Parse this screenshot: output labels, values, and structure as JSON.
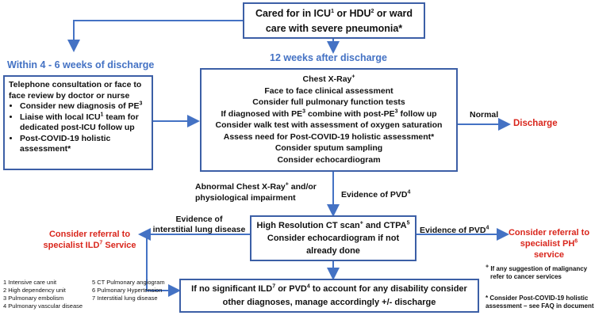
{
  "top_box": {
    "line1": {
      "pre": "Cared for in ICU",
      "sup1": "1",
      "mid": " or HDU",
      "sup2": "2",
      "post": " or ward"
    },
    "line2": "care with severe pneumonia*"
  },
  "headers": {
    "left": "Within 4 - 6 weeks of discharge",
    "center": "12 weeks after discharge"
  },
  "left_box": {
    "intro": "Telephone consultation or face to face review by doctor or nurse",
    "items": [
      {
        "text": "Consider new diagnosis of PE",
        "sup": "3",
        "after": ""
      },
      {
        "text": "Liaise with local ICU",
        "sup": "1",
        "after": " team for dedicated post-ICU follow up"
      },
      {
        "text": "Post-COVID-19 holistic assessment*",
        "sup": "",
        "after": ""
      }
    ]
  },
  "center_box": {
    "lines": [
      {
        "text": "Chest X-Ray",
        "sup": "+",
        "after": ""
      },
      {
        "text": "Face to face clinical assessment",
        "sup": "",
        "after": ""
      },
      {
        "text": "Consider full pulmonary function tests",
        "sup": "",
        "after": ""
      },
      {
        "text": "If diagnosed with PE",
        "sup": "3",
        "after": " combine with post-PE",
        "sup2": "3",
        "after2": " follow up"
      },
      {
        "text": "Consider walk test with assessment of oxygen saturation",
        "sup": "",
        "after": ""
      },
      {
        "text": "Assess need for Post-COVID-19 holistic assessment*",
        "sup": "",
        "after": ""
      },
      {
        "text": "Consider sputum sampling",
        "sup": "",
        "after": ""
      },
      {
        "text": "Consider echocardiogram",
        "sup": "",
        "after": ""
      }
    ]
  },
  "normal_label": "Normal",
  "discharge_label": "Discharge",
  "abnormal_label": {
    "pre": "Abnormal Chest X-Ray",
    "sup": "+",
    "post": " and/or",
    "line2": "physiological impairment"
  },
  "pvd_label_center": {
    "text": "Evidence of PVD",
    "sup": "4"
  },
  "hrct_box": {
    "line1": {
      "pre": "High Resolution CT scan",
      "sup1": "+",
      "mid": " and CTPA",
      "sup2": "5"
    },
    "line2": "Consider echocardiogram if not",
    "line3": "already done"
  },
  "ild_evidence_label": {
    "line1": "Evidence of",
    "line2": "interstitial lung disease"
  },
  "ild_referral": {
    "line1": "Consider referral  to",
    "line2pre": "specialist ILD",
    "sup": "7",
    "line2post": " Service"
  },
  "pvd_label_right": {
    "text": "Evidence of PVD",
    "sup": "4"
  },
  "ph_referral": {
    "line1": "Consider referral to",
    "line2pre": "specialist PH",
    "sup": "6",
    "line2post": " service"
  },
  "bottom_box": {
    "line1": {
      "a": "If no significant ILD",
      "sup1": "7",
      "b": " or PVD",
      "sup2": "4",
      "c": " to account for any disability consider"
    },
    "line2": "other diagnoses, manage accordingly +/- discharge"
  },
  "footnotes_col1": [
    "1 Intensive care unit",
    "2 High dependency unit",
    "3 Pulmonary embolism",
    "4 Pulmonary vascular disease"
  ],
  "footnotes_col2": [
    "5 CT Pulmonary angiogram",
    "6 Pulmonary Hypertension",
    "7 Interstitial lung disease"
  ],
  "note_malignancy": {
    "sup": "+",
    "line1": " If any suggestion of malignancy",
    "line2": "refer to cancer services"
  },
  "note_holistic": {
    "line1": "*  Consider Post-COVID-19 holistic",
    "line2": "assessment – see FAQ in document"
  },
  "colors": {
    "box_border": "#3c5fa6",
    "arrow": "#4472c4",
    "header_blue": "#4472c4",
    "red": "#d9261c"
  }
}
